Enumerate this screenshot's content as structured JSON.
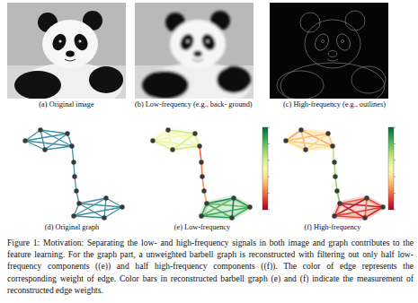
{
  "diagram": {
    "caption": "Figure 1: Motivation: Separating the low- and high-frequency signals in both image and graph contributes to the feature learning. For the graph part, a unweighted barbell graph is reconstructed with filtering out only half low-frequency components ((e)) and half high-frequency components ((f)). The color of edge represents the corresponding weight of edge. Color bars in reconstructed barbell graph (e) and (f) indicate the measurement of reconstructed edge weights.",
    "nodes": [
      {
        "text": [
          "(a) Original image"
        ]
      },
      {
        "text": [
          "(b) Low-frequency (e.g., back- ground)"
        ]
      },
      {
        "text": [
          "(c) High-frequency (e.g., outlines)"
        ]
      },
      {
        "text": [
          "(d) Original graph"
        ]
      },
      {
        "text": [
          "(e) Low-frequency"
        ]
      },
      {
        "text": [
          "(f) High-frequency"
        ]
      }
    ]
  }
}
